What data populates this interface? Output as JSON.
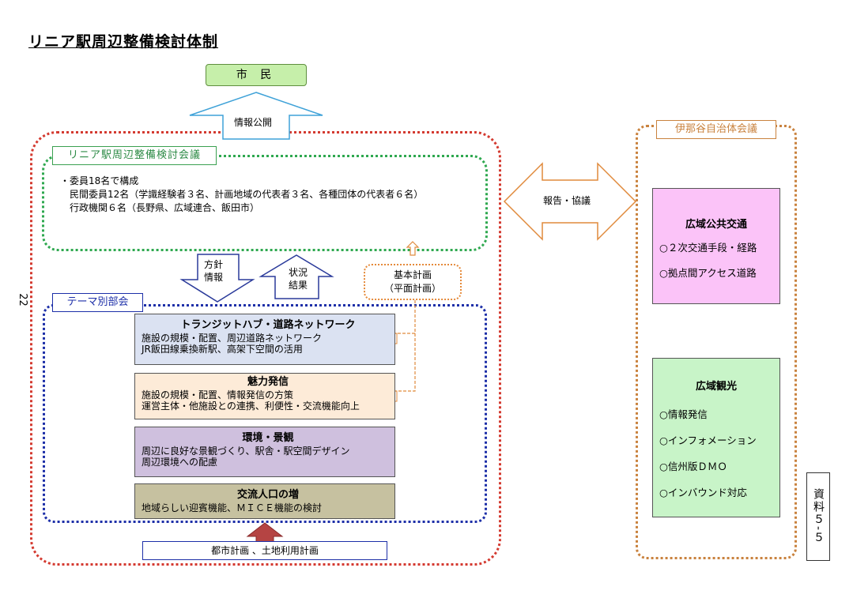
{
  "title": "リニア駅周辺整備検討体制",
  "citizen": "市 民",
  "disclosure_label": "情報公開",
  "council": {
    "label": "リニア駅周辺整備検討会議",
    "members": [
      "・委員18名で構成",
      "　民間委員12名（学識経験者３名、計画地域の代表者３名、各種団体の代表者６名）",
      "　行政機関６名（長野県、広域連合、飯田市）"
    ]
  },
  "down_arrow_label": [
    "方針",
    "情報"
  ],
  "up_arrow_label": [
    "状況",
    "結果"
  ],
  "kihon": [
    "基本計画",
    "（平面計画）"
  ],
  "report_label": "報告・協議",
  "theme_label": "テーマ別部会",
  "sections": [
    {
      "title": "トランジットハブ・道路ネットワーク",
      "lines": [
        "施設の規模・配置、周辺道路ネットワーク",
        "JR飯田線乗換新駅、高架下空間の活用"
      ]
    },
    {
      "title": "魅力発信",
      "lines": [
        "施設の規模・配置、情報発信の方策",
        "運営主体・他施設との連携、利便性・交流機能向上"
      ]
    },
    {
      "title": "環境・景観",
      "lines": [
        "周辺に良好な景観づくり、駅舎・駅空間デザイン",
        "周辺環境への配慮"
      ]
    },
    {
      "title": "交流人口の増",
      "lines": [
        "地域らしい迎賓機能、ＭＩＣＥ機能の検討"
      ]
    }
  ],
  "toshi": "都市計画 、土地利用計画",
  "ina": {
    "label": "伊那谷自治体会議",
    "koutsu": {
      "title": "広域公共交通",
      "items": [
        "○２次交通手段・経路",
        "○拠点間アクセス道路"
      ]
    },
    "kanko": {
      "title": "広域観光",
      "items": [
        "○情報発信",
        "○インフォメーション",
        "○信州版ＤＭＯ",
        "○インバウンド対応"
      ]
    }
  },
  "shiryo": "資料５-５",
  "page_number": "22"
}
